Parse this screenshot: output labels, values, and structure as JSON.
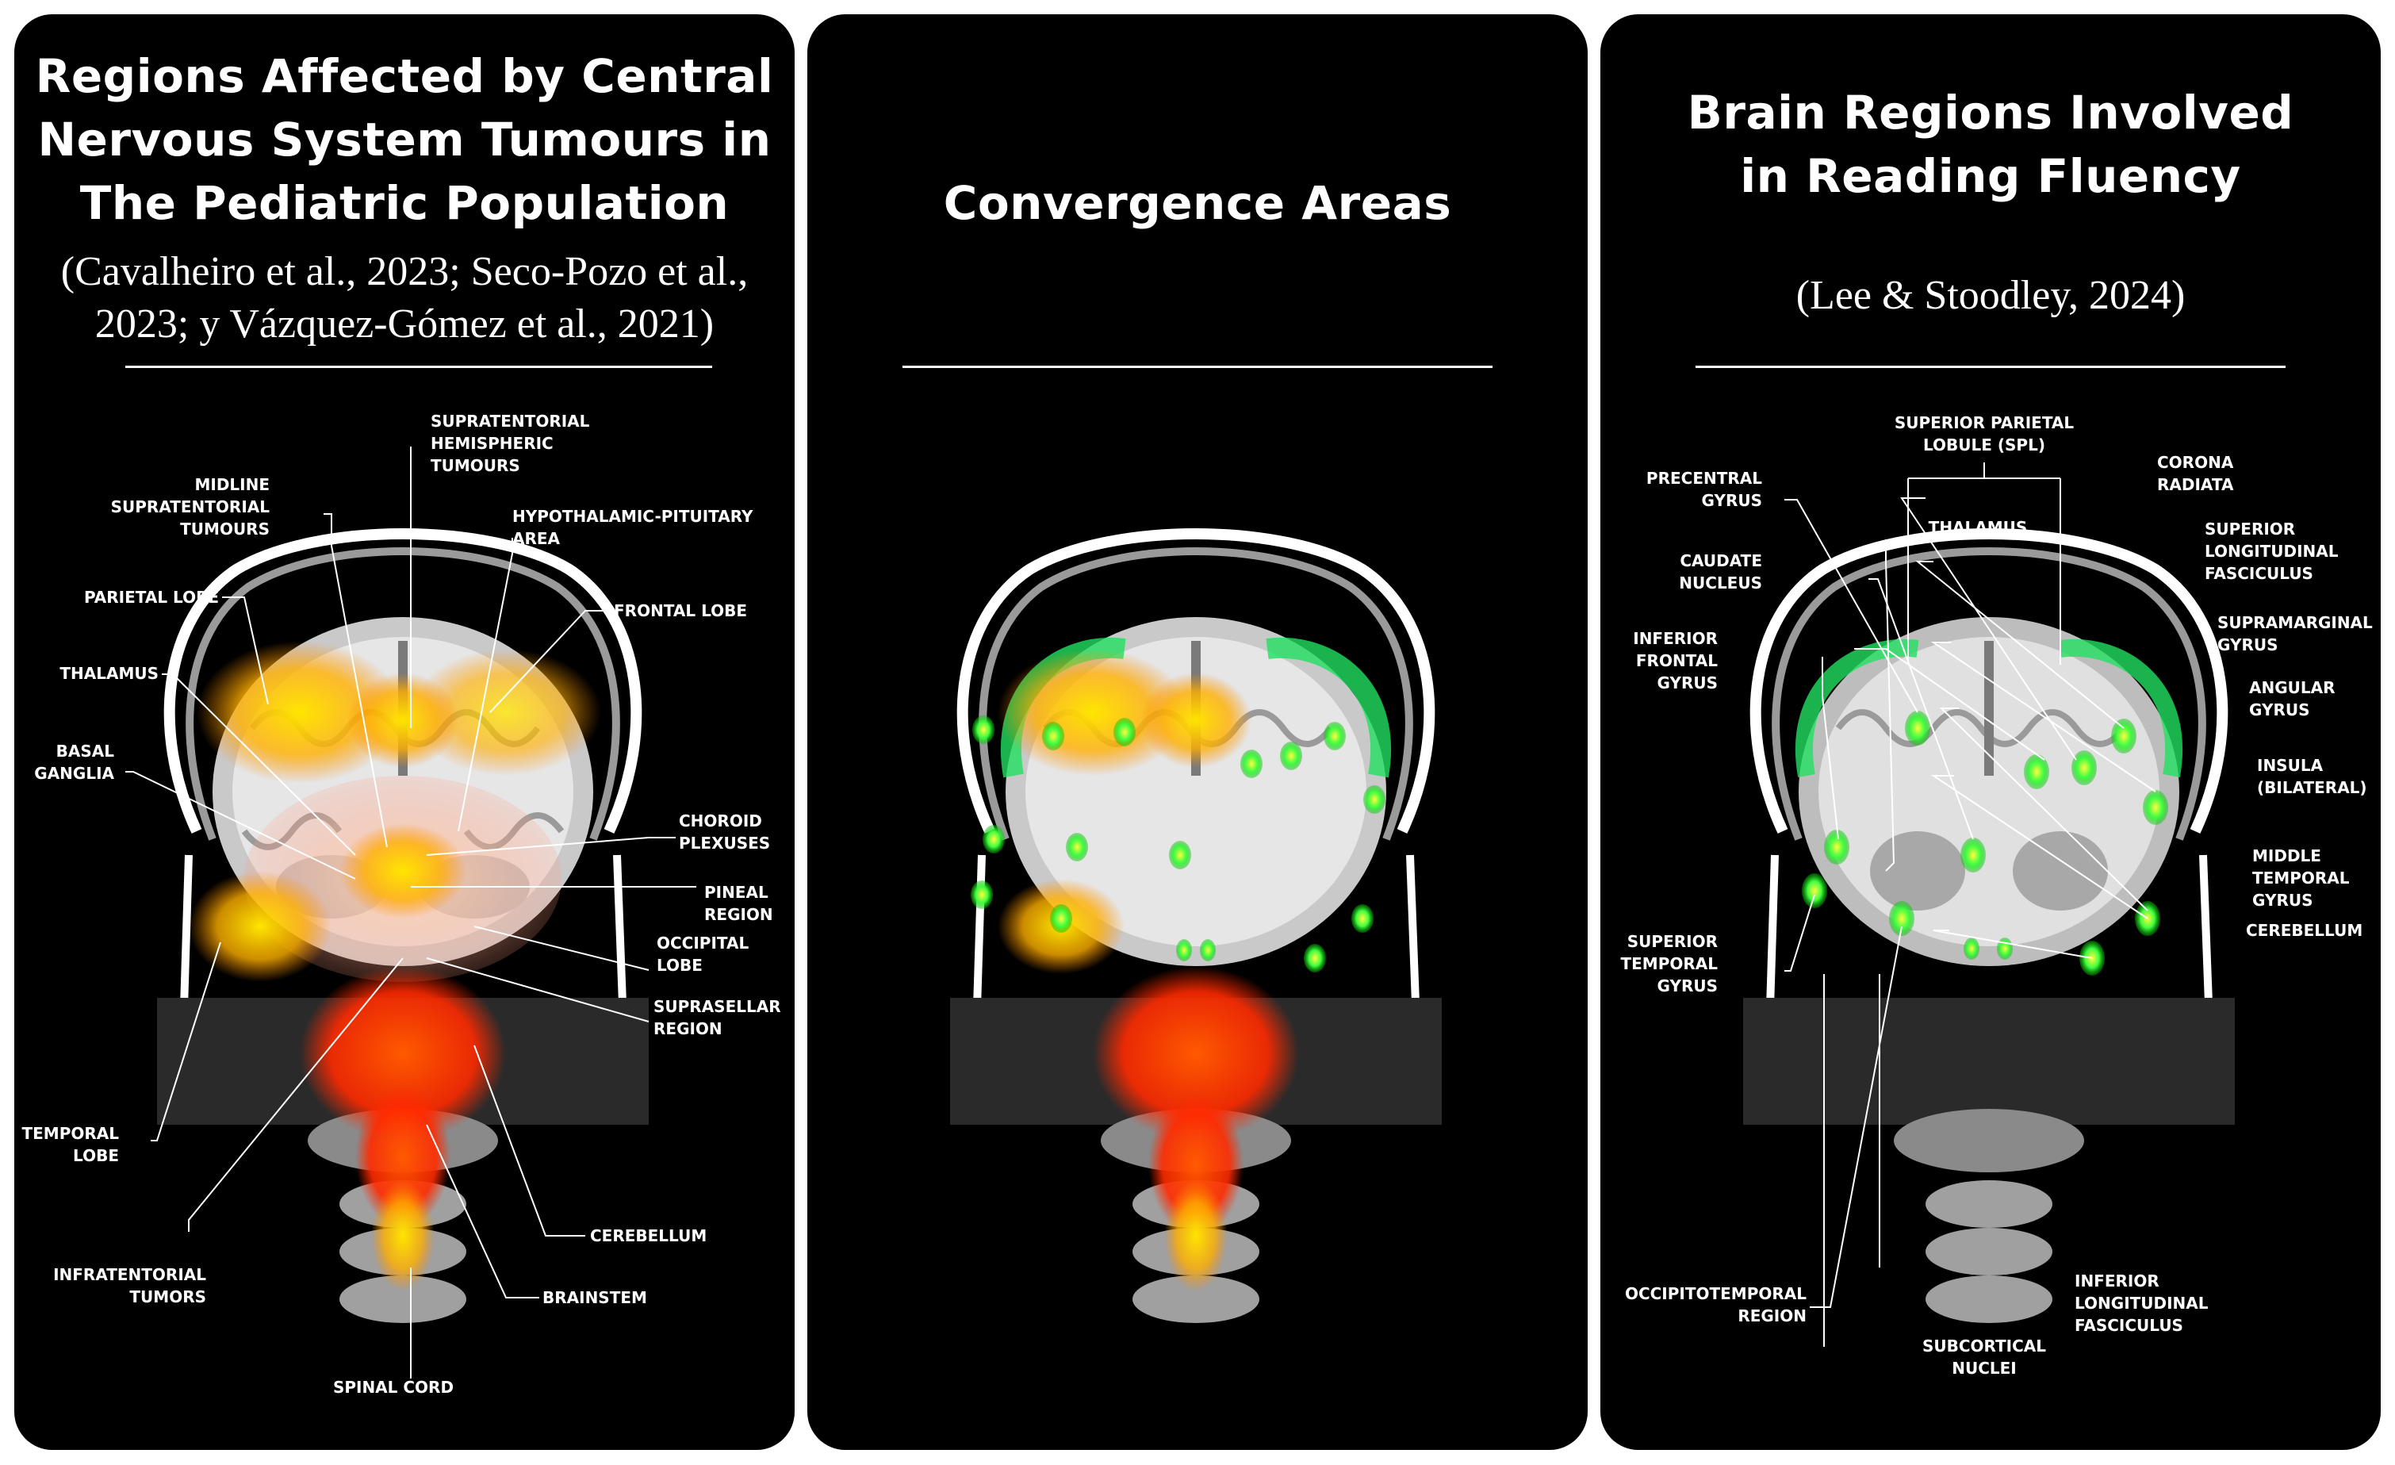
{
  "panels": [
    {
      "title_lines": [
        "Regions Affected by Central",
        "Nervous System Tumours in",
        "The Pediatric Population"
      ],
      "citation_lines": [
        "(Cavalheiro et al., 2023; Seco-Pozo et al.,",
        "2023; y Vázquez-Gómez et al., 2021)"
      ],
      "labels": {
        "supratentorial": [
          "SUPRATENTORIAL",
          "HEMISPHERIC",
          "TUMOURS"
        ],
        "midline": [
          "MIDLINE",
          "SUPRATENTORIAL",
          "TUMOURS"
        ],
        "hypothalamic": [
          "HYPOTHALAMIC-PITUITARY",
          "AREA"
        ],
        "parietal": [
          "PARIETAL LOBE"
        ],
        "frontal": [
          "FRONTAL LOBE"
        ],
        "thalamus": [
          "THALAMUS"
        ],
        "basal": [
          "BASAL",
          "GANGLIA"
        ],
        "choroid": [
          "CHOROID",
          "PLEXUSES"
        ],
        "pineal": [
          "PINEAL",
          "REGION"
        ],
        "occipital": [
          "OCCIPITAL",
          "LOBE"
        ],
        "suprasellar": [
          "SUPRASELLAR",
          "REGION"
        ],
        "temporal": [
          "TEMPORAL",
          "LOBE"
        ],
        "infratentorial": [
          "INFRATENTORIAL",
          "TUMORS"
        ],
        "cerebellum": [
          "CEREBELLUM"
        ],
        "brainstem": [
          "BRAINSTEM"
        ],
        "spinal": [
          "SPINAL CORD"
        ]
      }
    },
    {
      "title_lines": [
        "Convergence Areas"
      ]
    },
    {
      "title_lines": [
        "Brain Regions Involved",
        "in Reading Fluency"
      ],
      "citation_lines": [
        "(Lee & Stoodley, 2024)"
      ],
      "labels": {
        "spl": [
          "SUPERIOR PARIETAL",
          "LOBULE (SPL)"
        ],
        "precentral": [
          "PRECENTRAL",
          "GYRUS"
        ],
        "corona": [
          "CORONA",
          "RADIATA"
        ],
        "thalamus": [
          "THALAMUS"
        ],
        "caudate": [
          "CAUDATE",
          "NUCLEUS"
        ],
        "slf": [
          "SUPERIOR",
          "LONGITUDINAL",
          "FASCICULUS"
        ],
        "ifg": [
          "INFERIOR",
          "FRONTAL",
          "GYRUS"
        ],
        "supramarginal": [
          "SUPRAMARGINAL",
          "GYRUS"
        ],
        "angular": [
          "ANGULAR",
          "GYRUS"
        ],
        "insula": [
          "INSULA",
          "(BILATERAL)"
        ],
        "mtg": [
          "MIDDLE",
          "TEMPORAL",
          "GYRUS"
        ],
        "cerebellum": [
          "CEREBELLUM"
        ],
        "stg": [
          "SUPERIOR",
          "TEMPORAL",
          "GYRUS"
        ],
        "occipitotemporal": [
          "OCCIPITOTEMPORAL",
          "REGION"
        ],
        "ilf": [
          "INFERIOR",
          "LONGITUDINAL",
          "FASCICULUS"
        ],
        "subcortical": [
          "SUBCORTICAL",
          "NUCLEI"
        ]
      }
    }
  ]
}
